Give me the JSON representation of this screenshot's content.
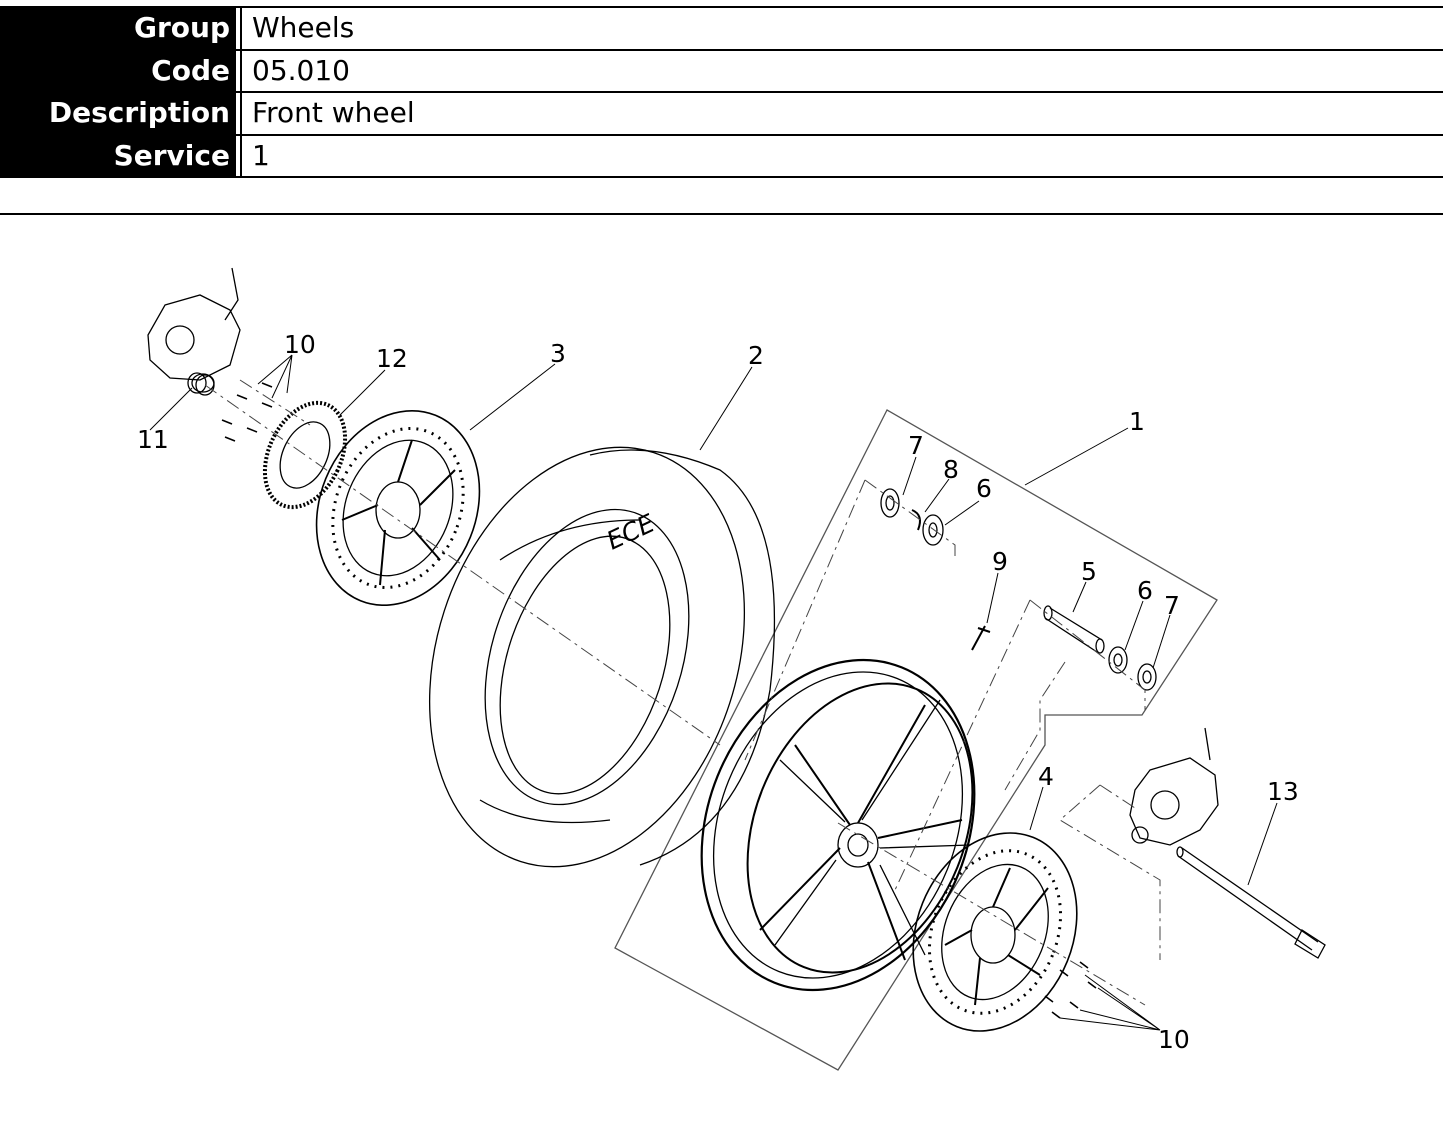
{
  "header": {
    "rows": [
      {
        "key": "Group",
        "value": "Wheels"
      },
      {
        "key": "Code",
        "value": "05.010"
      },
      {
        "key": "Description",
        "value": "Front wheel"
      },
      {
        "key": "Service",
        "value": "1"
      }
    ]
  },
  "drawing": {
    "tire_mark": "ECE",
    "callouts": [
      "1",
      "2",
      "3",
      "4",
      "5",
      "6",
      "6",
      "7",
      "7",
      "8",
      "9",
      "10",
      "10",
      "11",
      "12",
      "13"
    ]
  }
}
